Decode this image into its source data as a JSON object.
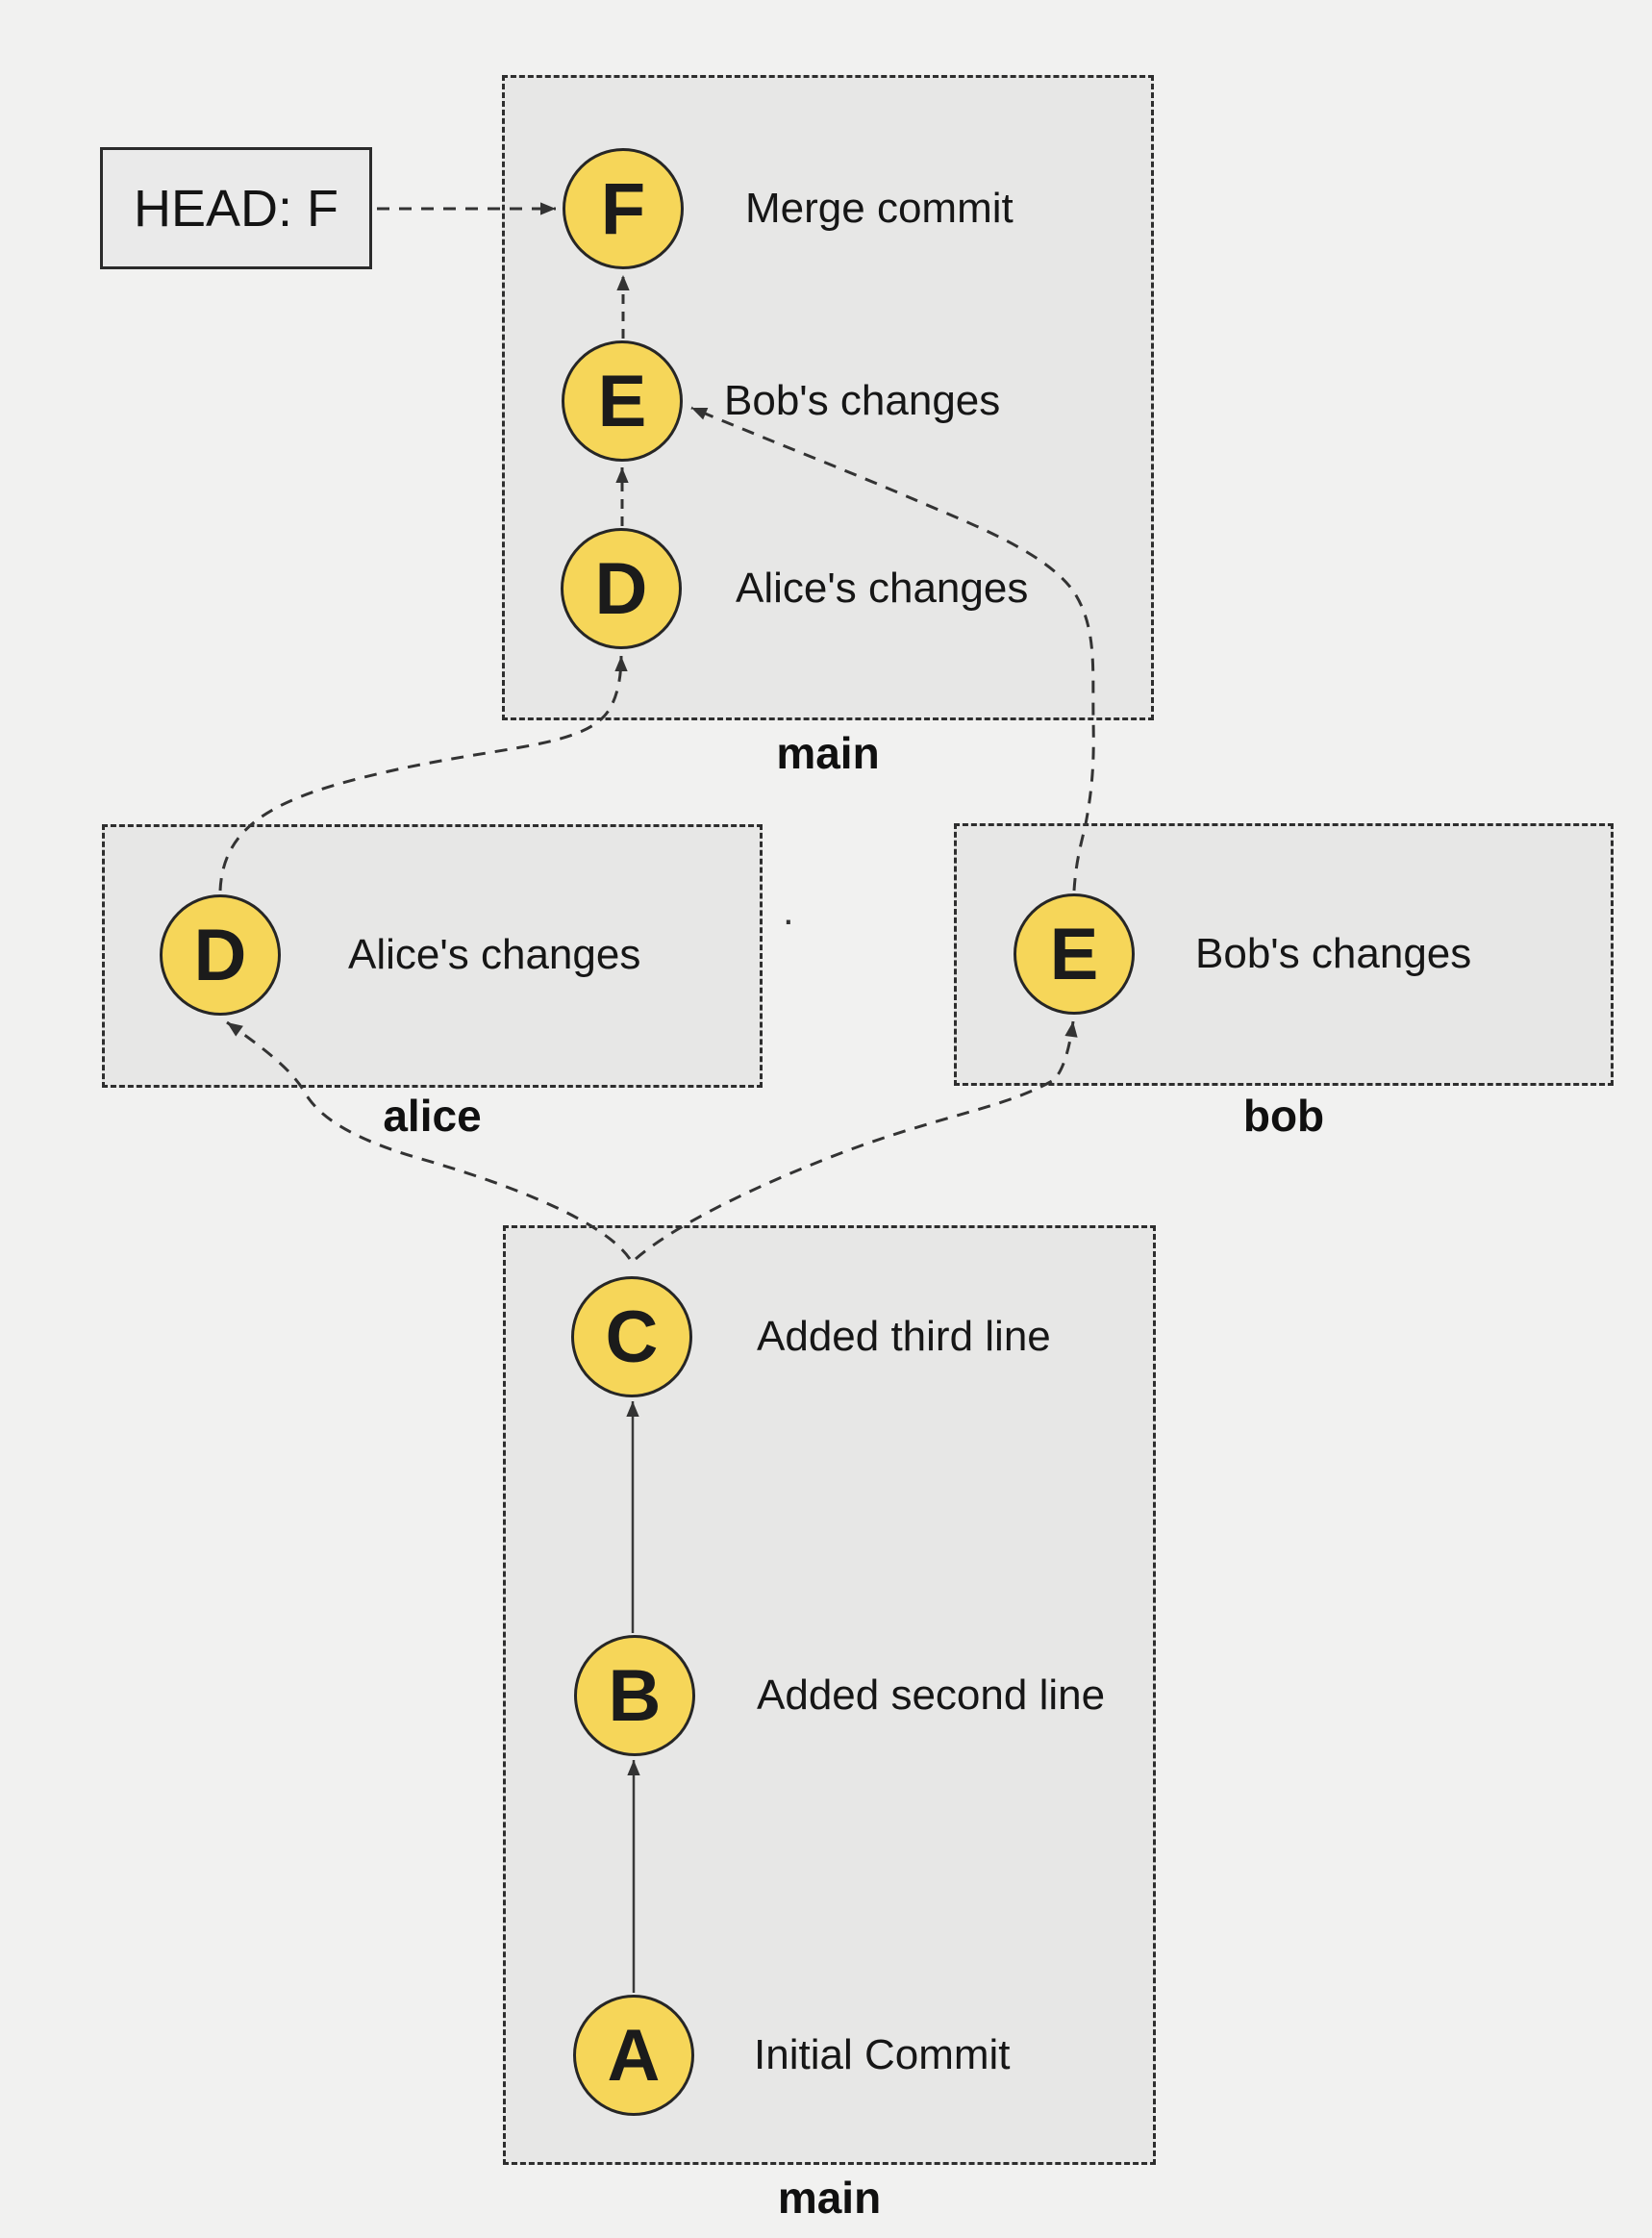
{
  "head_pointer": {
    "label": "HEAD: F"
  },
  "sections": {
    "main_top": {
      "label": "main",
      "commits": [
        {
          "id": "F",
          "message": "Merge commit"
        },
        {
          "id": "E",
          "message": "Bob's changes"
        },
        {
          "id": "D",
          "message": "Alice's changes"
        }
      ]
    },
    "alice": {
      "label": "alice",
      "commits": [
        {
          "id": "D",
          "message": "Alice's changes"
        }
      ]
    },
    "bob": {
      "label": "bob",
      "commits": [
        {
          "id": "E",
          "message": "Bob's changes"
        }
      ]
    },
    "main_bottom": {
      "label": "main",
      "commits": [
        {
          "id": "C",
          "message": "Added third line"
        },
        {
          "id": "B",
          "message": "Added second line"
        },
        {
          "id": "A",
          "message": "Initial Commit"
        }
      ]
    }
  },
  "stray_mark": ".",
  "colors": {
    "background": "#F1F1F0",
    "branch_box_fill": "#E7E7E6",
    "branch_box_border": "#2E2E2E",
    "commit_fill": "#F6D659",
    "commit_border": "#262626",
    "connector": "#333333",
    "text": "#161616"
  }
}
